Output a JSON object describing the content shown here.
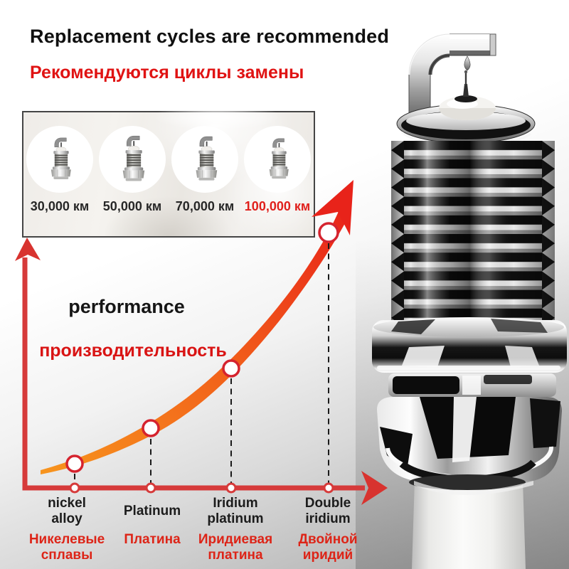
{
  "header": {
    "title_en": "Replacement cycles are recommended",
    "title_ru": "Рекомендуются циклы замены"
  },
  "cycles_box": {
    "items": [
      {
        "label": "30,000 км",
        "highlighted": false,
        "icon": "spark-plug-thumbnail"
      },
      {
        "label": "50,000 км",
        "highlighted": false,
        "icon": "spark-plug-thumbnail"
      },
      {
        "label": "70,000 км",
        "highlighted": false,
        "icon": "spark-plug-thumbnail"
      },
      {
        "label": "100,000 км",
        "highlighted": true,
        "icon": "spark-plug-thumbnail"
      }
    ]
  },
  "chart_data": {
    "type": "line",
    "trend": "exponential-increase",
    "title_en": "performance",
    "title_ru": "производительность",
    "categories_en": [
      "nickel alloy",
      "Platinum",
      "Iridium platinum",
      "Double iridium"
    ],
    "categories_ru": [
      "Никелевые сплавы",
      "Платина",
      "Иридиевая платина",
      "Двойной иридий"
    ],
    "replacement_cycles_km": [
      "30,000",
      "50,000",
      "70,000",
      "100,000"
    ],
    "relative_performance_pct": [
      10,
      24,
      47,
      100
    ],
    "x_axis": {
      "style": "red-arrow-right",
      "ticks": 4,
      "label": ""
    },
    "y_axis": {
      "style": "red-arrow-up",
      "label": ""
    },
    "legend": "none",
    "grid": "off",
    "columns": [
      {
        "en_line1": "nickel",
        "en_line2": "alloy",
        "ru_line1": "Никелевые",
        "ru_line2": "сплавы"
      },
      {
        "en_line1": "Platinum",
        "en_line2": "",
        "ru_line1": "Платина",
        "ru_line2": ""
      },
      {
        "en_line1": "Iridium",
        "en_line2": "platinum",
        "ru_line1": "Иридиевая",
        "ru_line2": "платина"
      },
      {
        "en_line1": "Double",
        "en_line2": "iridium",
        "ru_line1": "Двойной",
        "ru_line2": "иридий"
      }
    ]
  },
  "hero": {
    "icon": "spark-plug-macro-photo"
  },
  "colors": {
    "accent_red": "#e0211a",
    "axis_red": "#d63a3a",
    "text_dark": "#141414",
    "curve_gradient": [
      "#f7941e",
      "#f2611a",
      "#e8221a"
    ]
  }
}
